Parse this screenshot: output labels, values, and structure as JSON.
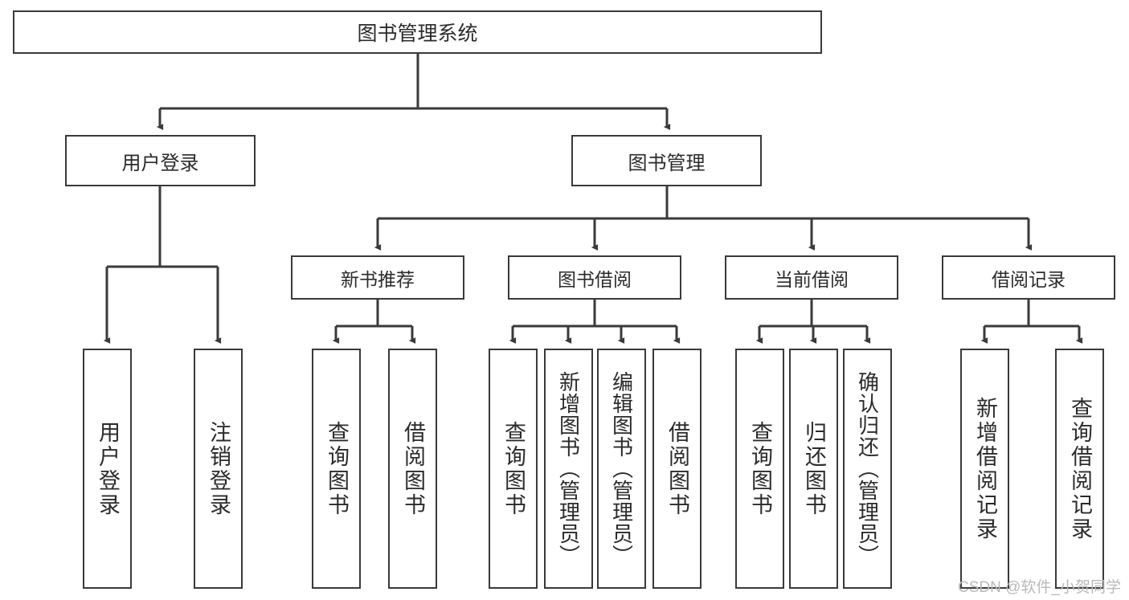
{
  "diagram": {
    "title": "图书管理系统",
    "root": {
      "label": "图书管理系统"
    },
    "level2": [
      {
        "label": "用户登录"
      },
      {
        "label": "图书管理"
      }
    ],
    "level3": [
      {
        "label": "新书推荐"
      },
      {
        "label": "图书借阅"
      },
      {
        "label": "当前借阅"
      },
      {
        "label": "借阅记录"
      }
    ],
    "leaves": {
      "user_login": [
        {
          "label": "用户登录"
        },
        {
          "label": "注销登录"
        }
      ],
      "new_book_recommend": [
        {
          "label": "查询图书"
        },
        {
          "label": "借阅图书"
        }
      ],
      "book_borrow": [
        {
          "label": "查询图书"
        },
        {
          "label": "新增图书（管理员）"
        },
        {
          "label": "编辑图书（管理员）"
        },
        {
          "label": "借阅图书"
        }
      ],
      "current_borrow": [
        {
          "label": "查询图书"
        },
        {
          "label": "归还图书"
        },
        {
          "label": "确认归还（管理员）"
        }
      ],
      "borrow_record": [
        {
          "label": "新增借阅记录"
        },
        {
          "label": "查询借阅记录"
        }
      ]
    },
    "watermark": "CSDN @软件_小贺同学",
    "colors": {
      "stroke": "#3a3a3a",
      "text": "#2b2b2b",
      "background": "#ffffff",
      "watermark": "#b9b9b9"
    }
  }
}
